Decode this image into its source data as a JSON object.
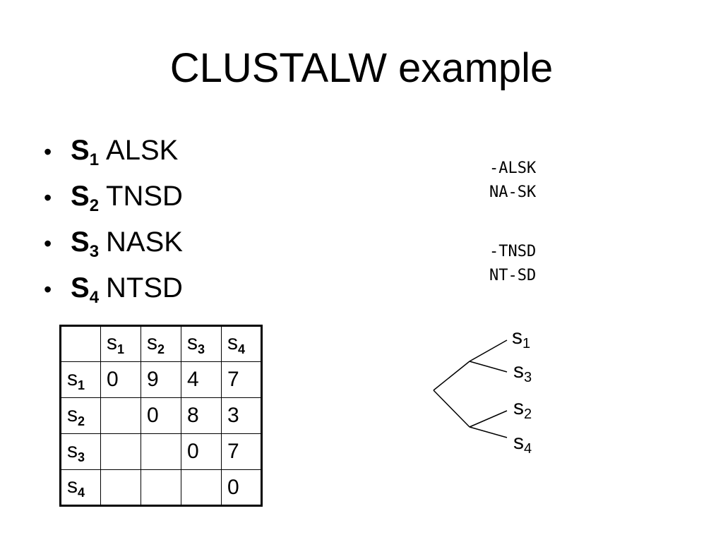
{
  "title": "CLUSTALW example",
  "sequences": [
    {
      "name": "S",
      "index": "1",
      "value": "ALSK"
    },
    {
      "name": "S",
      "index": "2",
      "value": "TNSD"
    },
    {
      "name": "S",
      "index": "3",
      "value": "NASK"
    },
    {
      "name": "S",
      "index": "4",
      "value": "NTSD"
    }
  ],
  "alignments": [
    [
      "-ALSK",
      "NA-SK"
    ],
    [
      "-TNSD",
      "NT-SD"
    ]
  ],
  "distance_matrix": {
    "header": [
      {
        "name": "s",
        "index": "1"
      },
      {
        "name": "s",
        "index": "2"
      },
      {
        "name": "s",
        "index": "3"
      },
      {
        "name": "s",
        "index": "4"
      }
    ],
    "rows": [
      {
        "name": "s",
        "index": "1",
        "cells": [
          "0",
          "9",
          "4",
          "7"
        ]
      },
      {
        "name": "s",
        "index": "2",
        "cells": [
          "",
          "0",
          "8",
          "3"
        ]
      },
      {
        "name": "s",
        "index": "3",
        "cells": [
          "",
          "",
          "0",
          "7"
        ]
      },
      {
        "name": "s",
        "index": "4",
        "cells": [
          "",
          "",
          "",
          "0"
        ]
      }
    ]
  },
  "tree": {
    "leaves": [
      {
        "name": "s",
        "index": "1"
      },
      {
        "name": "s",
        "index": "3"
      },
      {
        "name": "s",
        "index": "2"
      },
      {
        "name": "s",
        "index": "4"
      }
    ],
    "clusters": [
      [
        "s1",
        "s3"
      ],
      [
        "s2",
        "s4"
      ]
    ]
  }
}
